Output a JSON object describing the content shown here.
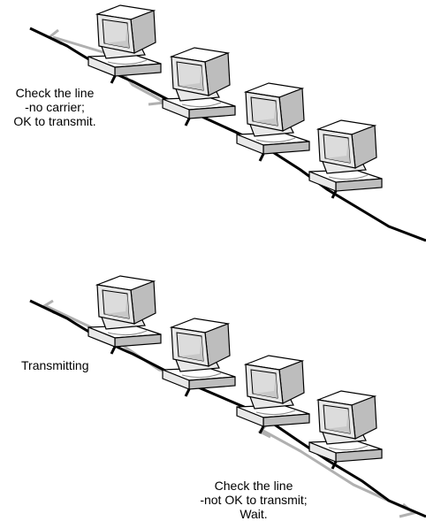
{
  "captions": {
    "top": [
      "Check the line",
      "-no carrier;",
      "OK to transmit."
    ],
    "middle": [
      "Transmitting"
    ],
    "bottom": [
      "Check the line",
      "-not OK to transmit;",
      "Wait."
    ]
  },
  "colors": {
    "line": "#000000",
    "signal": "#a8a8a8",
    "computer_face": "#e8e8e8",
    "computer_side": "#bdbdbd",
    "screen": "#dcdcdc"
  }
}
